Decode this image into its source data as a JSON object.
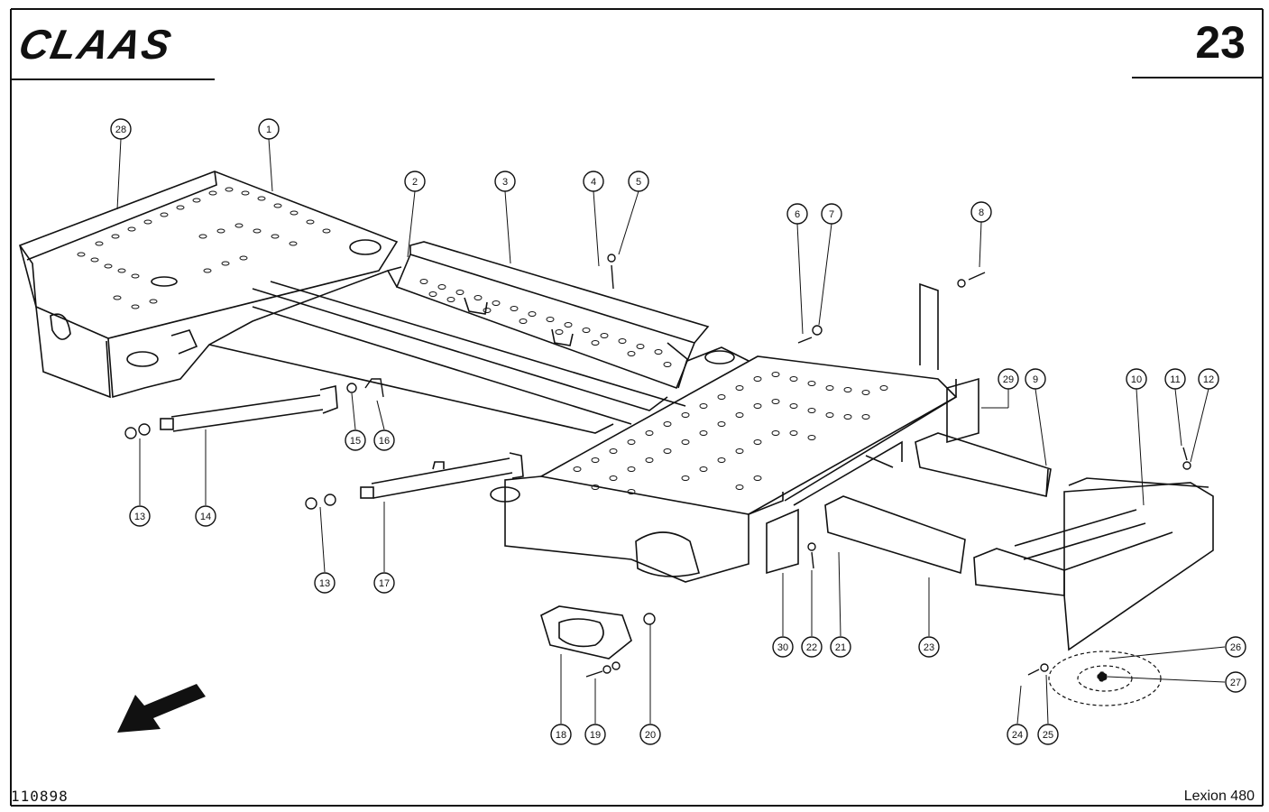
{
  "header": {
    "brand": "CLAAS",
    "page_number": "23"
  },
  "footer": {
    "drawing_number": "110898",
    "model": "Lexion 480"
  },
  "callouts": {
    "c1": "1",
    "c2": "2",
    "c3": "3",
    "c4": "4",
    "c5": "5",
    "c6": "6",
    "c7": "7",
    "c8": "8",
    "c9": "9",
    "c10": "10",
    "c11": "11",
    "c12": "12",
    "c13a": "13",
    "c13b": "13",
    "c14": "14",
    "c15": "15",
    "c16": "16",
    "c17": "17",
    "c18": "18",
    "c19": "19",
    "c20": "20",
    "c21": "21",
    "c22": "22",
    "c23": "23",
    "c24": "24",
    "c25": "25",
    "c26": "26",
    "c27": "27",
    "c28": "28",
    "c29": "29",
    "c30": "30"
  },
  "colors": {
    "ink": "#111111",
    "paper": "#ffffff"
  },
  "icons": {
    "direction": "arrow-down-left-icon"
  }
}
